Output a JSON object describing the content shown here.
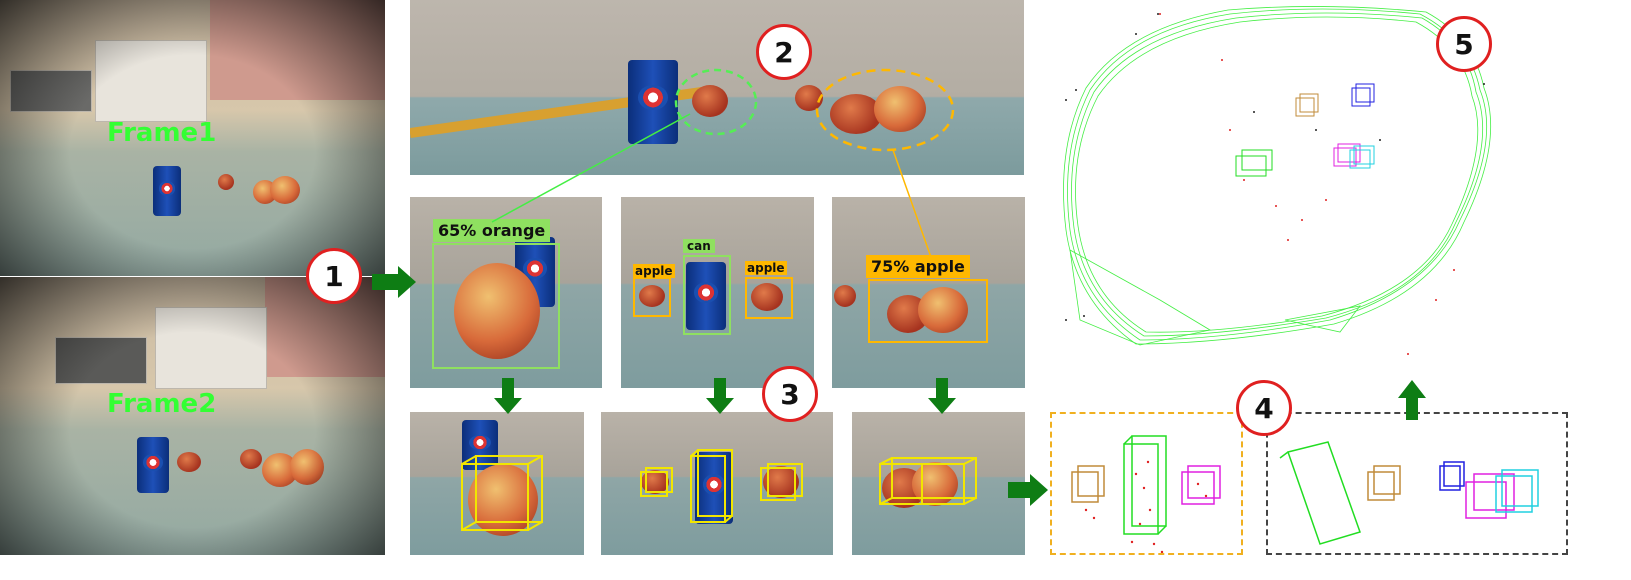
{
  "frames": {
    "frame1_label": "Frame1",
    "frame2_label": "Frame2"
  },
  "steps": [
    "1",
    "2",
    "3",
    "4",
    "5"
  ],
  "detections": {
    "orange_label": "65%  orange",
    "apple_label_large": "75%  apple",
    "can_label": "can",
    "apple_left_label": "apple",
    "apple_right_label": "apple"
  },
  "colors": {
    "orange_detect": "#8fe060",
    "apple_detect": "#ffb800",
    "cuboid": "#f2e600",
    "arrow": "#0e7d14",
    "step_circle": "#e02020",
    "map_trajectory": "#44ee44"
  }
}
